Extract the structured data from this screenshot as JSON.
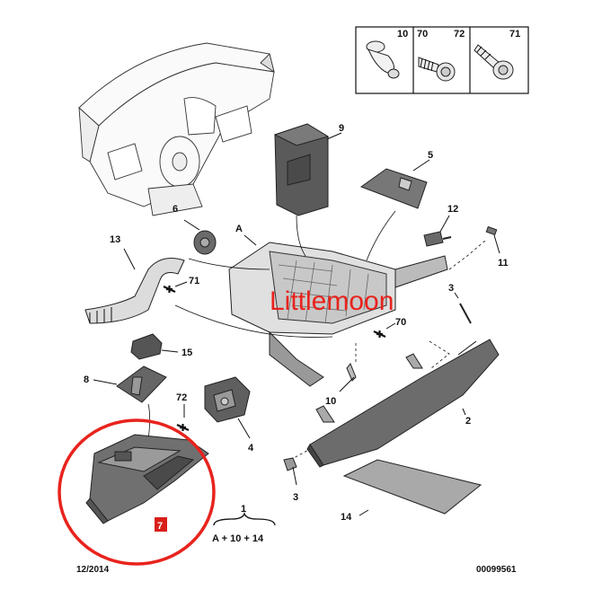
{
  "callouts": {
    "c10": "10",
    "c70": "70",
    "c72": "72",
    "c71": "71",
    "c9": "9",
    "c5": "5",
    "c6": "6",
    "c12": "12",
    "c13": "13",
    "cA": "A",
    "c11": "11",
    "c71b": "71",
    "c3a": "3",
    "c70b": "70",
    "c15": "15",
    "c8": "8",
    "c10b": "10",
    "c72b": "72",
    "c4": "4",
    "c2": "2",
    "c3b": "3",
    "c14": "14",
    "c7": "7",
    "c1": "1"
  },
  "kit_formula": "A + 10 + 14",
  "date_code": "12/2014",
  "ref_code": "00099561",
  "watermark": "Littlemoon",
  "colors": {
    "highlight_ring": "#e8231d",
    "highlight_tag": "#d81f1a",
    "part_fill_dark": "#555555",
    "part_fill_light": "#dcdcdc"
  }
}
